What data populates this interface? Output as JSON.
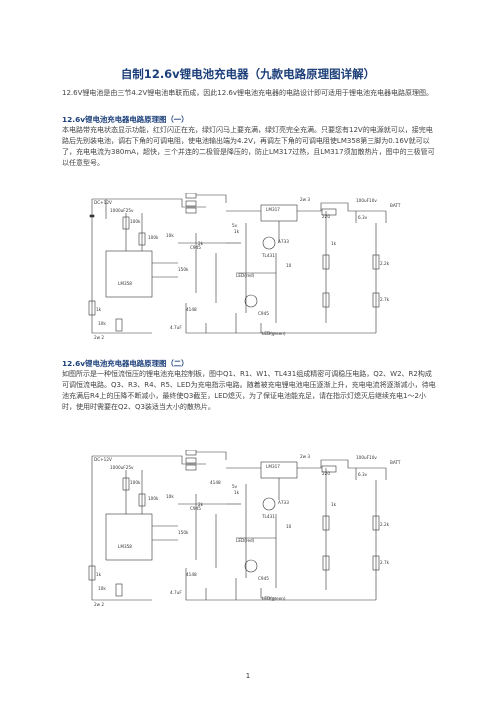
{
  "title": "自制12.6v锂电池充电器（九款电路原理图详解）",
  "intro": "12.6V锂电池是由三节4.2V锂电池串联而成，因此12.6v锂电池充电器的电路设计即可适用于锂电池充电器电路原理图。",
  "section1": {
    "heading": "12.6v锂电池充电器电路原理图（一）",
    "body": "本电路带充电状态显示功能，红灯闪正在充，绿灯闪马上要充满，绿灯亮完全充满。只要您有12V的电源就可以，接完电路后先别装电池，调右下角的可调电阻，使电池输出端为4.2V，再调左下角的可调电阻使LM358第三脚为0.16V就可以了，充电电流为380mA，超快，三个并连的二极管是降压的，防止LM317过热，且LM317须加散热片，图中的三极管可以任意型号。"
  },
  "section2": {
    "heading": "12.6v锂电池充电器电路原理图（二）",
    "body": "如图所示是一种恒流恒压的锂电池充电控制板，图中Q1、R1、W1、TL431组成精密可调稳压电路，Q2、W2、R2构成可调恒流电路。Q3、R3、R4、R5、LED为充电指示电路。随着被充电锂电池电压逐渐上升，充电电流将逐渐减小，待电池充满后R4上的压降不断减小，最终使Q3截至，LED熄灭，为了保证电池能充足，请在指示灯熄灭后继续充电1～2小时，使用时需要在Q2、Q3装适当大小的散热片。"
  },
  "circuit_labels": {
    "dc_in": "DC+12V",
    "cap_in": "1000uF25v",
    "reg": "LM317",
    "r220": "220",
    "cap_out": "100uF10v",
    "batt": "BATT",
    "z63": "6.3v",
    "r2w3": "2w 3",
    "r100k_a": "100k",
    "r100k_b": "100k",
    "r10k_a": "10k",
    "r10k_b": "10k",
    "r2k": "2k",
    "r1k_a": "1k",
    "r1k_b": "1k",
    "r1k_c": "1k",
    "r150k": "150k",
    "op": "LM358",
    "q_c945a": "C945",
    "q_c945b": "C945",
    "q_a733": "A733",
    "tl431": "TL431",
    "v5": "5v",
    "r10": "10",
    "r2k2": "2.2k",
    "r2k7": "2.7k",
    "d4148a": "4148",
    "d4148b": "4148",
    "cap47": "4.7uF",
    "led_red": "LED(red)",
    "led_green": "LED(green)",
    "r2w2": "2w 2"
  },
  "page_number": "1"
}
